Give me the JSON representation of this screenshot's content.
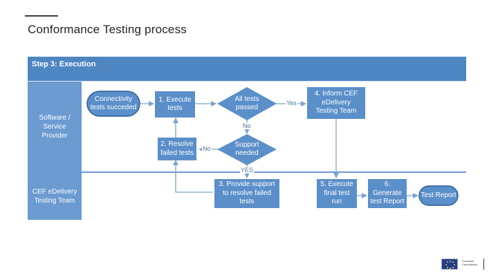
{
  "page": {
    "title": "Conformance Testing process"
  },
  "diagram": {
    "header": "Step 3: Execution",
    "lanes": [
      {
        "id": "lane-provider",
        "label_lines": [
          "Software /",
          "Service",
          "Provider"
        ]
      },
      {
        "id": "lane-cef",
        "label_lines": [
          "CEF eDelivery",
          "Testing Team"
        ]
      }
    ],
    "nodes": {
      "start": {
        "shape": "terminator",
        "label_lines": [
          "Connectivity",
          "tests succeded"
        ]
      },
      "execute": {
        "shape": "process",
        "label_lines": [
          "1. Execute",
          "tests"
        ]
      },
      "all_passed": {
        "shape": "decision",
        "label_lines": [
          "All tests",
          "passed"
        ]
      },
      "inform": {
        "shape": "process",
        "label_lines": [
          "4. Inform CEF",
          "eDelivery",
          "Testing Team"
        ]
      },
      "support_needed": {
        "shape": "decision",
        "label_lines": [
          "Support",
          "needed"
        ]
      },
      "resolve": {
        "shape": "process",
        "label_lines": [
          "2. Resolve",
          "failed tests"
        ]
      },
      "provide": {
        "shape": "process",
        "label_lines": [
          "3. Provide support",
          "to resolve failed",
          "tests"
        ]
      },
      "final_run": {
        "shape": "process",
        "label_lines": [
          "5. Execute",
          "final test",
          "run"
        ]
      },
      "generate": {
        "shape": "process",
        "label_lines": [
          "6.",
          "Generate",
          "test Report"
        ]
      },
      "report": {
        "shape": "terminator",
        "label_lines": [
          "Test Report"
        ]
      }
    },
    "edge_labels": {
      "yes_inform": "Yes",
      "no_support": "No",
      "no_resolve": "No",
      "yes_provide": "YES"
    },
    "colors": {
      "header": "#4e86c2",
      "lane_label": "#6b9bd0",
      "lane_bg": "#ffffff",
      "frame": "#dde6f1",
      "node": "#5b8fc9",
      "arrow": "#7aa3cf"
    }
  },
  "footer": {
    "logo_lines": [
      "European",
      "Commission"
    ]
  }
}
